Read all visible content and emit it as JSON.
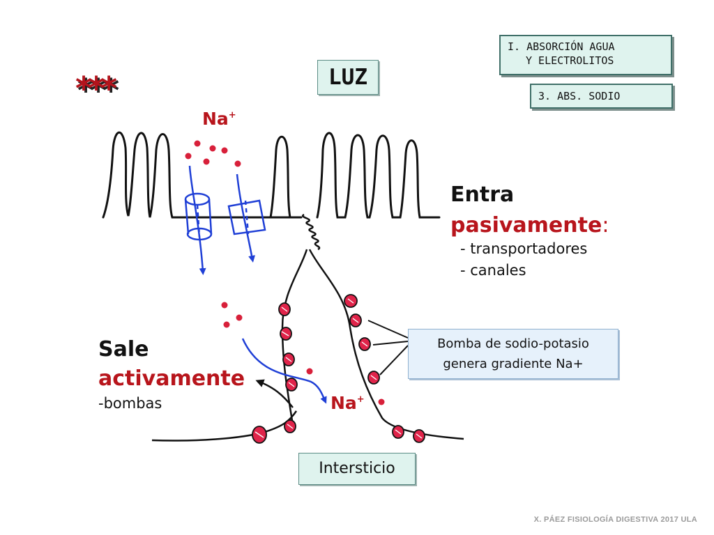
{
  "section_tag": {
    "line1": "I. ABSORCIÓN AGUA",
    "line2": "Y ELECTROLITOS"
  },
  "topic_tag": "3. ABS. SODIO",
  "stars": "***",
  "lumen_label": "LUZ",
  "sodium_label": "Na",
  "sodium_charge": "+",
  "passive": {
    "verb": "Entra",
    "adverb": "pasivamente",
    "colon": ":",
    "items": [
      "- transportadores",
      "- canales"
    ]
  },
  "active": {
    "verb": "Sale",
    "adverb": "activamente",
    "items": [
      "-bombas"
    ]
  },
  "pump_note": {
    "line1": "Bomba de sodio-potasio",
    "line2": "genera gradiente Na+"
  },
  "interstitium_label": "Intersticio",
  "footer": "X. PÁEZ   FISIOLOGÍA DIGESTIVA 2017 ULA",
  "colors": {
    "sodium": "#d8203a",
    "arrow": "#1f3fd6",
    "accent_red": "#b8151c",
    "tag_fill": "#dff3ee"
  }
}
